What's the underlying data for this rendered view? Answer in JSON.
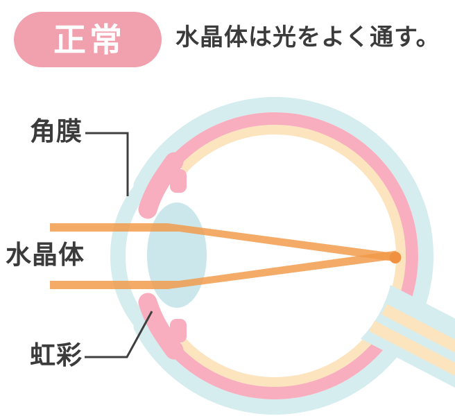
{
  "header": {
    "badge_label": "正常",
    "description": "水晶体は光をよく通す。"
  },
  "diagram": {
    "labels": [
      {
        "id": "cornea",
        "text": "角膜"
      },
      {
        "id": "lens",
        "text": "水晶体"
      },
      {
        "id": "iris",
        "text": "虹彩"
      }
    ]
  },
  "colors": {
    "background": "#FFFFFF",
    "badge_bg": "#F1A0AE",
    "badge_text": "#FFFFFF",
    "heading_text": "#3B3B3B",
    "label_text": "#3B3B3B",
    "connector_line": "#3F3F3F",
    "sclera_blue": "#D6EDEF",
    "cornea_blue": "#D6EDEF",
    "lens_blue": "#CBE7EB",
    "choroid_pink": "#F8AEBE",
    "iris_pink": "#F8AEBE",
    "retina_cream": "#FCE4BE",
    "optic_nerve_blue": "#D6EDEF",
    "nerve_stripe_cream": "#FCE4BE",
    "ray_orange": "#F29847",
    "focal_point_orange": "#EF9140"
  }
}
